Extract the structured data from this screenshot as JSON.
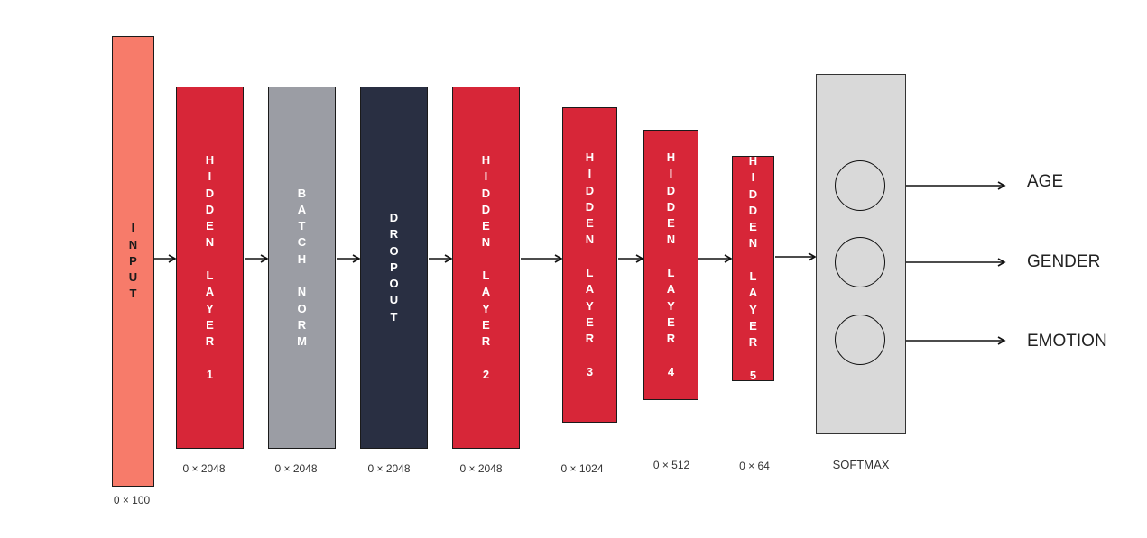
{
  "colors": {
    "input": "#f77b6a",
    "hidden": "#d72638",
    "batchnorm": "#9b9da4",
    "dropout": "#292f42",
    "softmax": "#d9d9d9"
  },
  "layers": [
    {
      "id": "input",
      "label": "INPUT",
      "dim": "0 × 100"
    },
    {
      "id": "hidden1",
      "label": "HIDDEN LAYER 1",
      "dim": "0 × 2048"
    },
    {
      "id": "batchnorm",
      "label": "BATCH NORM",
      "dim": "0 × 2048"
    },
    {
      "id": "dropout",
      "label": "DROPOUT",
      "dim": "0 × 2048"
    },
    {
      "id": "hidden2",
      "label": "HIDDEN LAYER 2",
      "dim": "0 × 2048"
    },
    {
      "id": "hidden3",
      "label": "HIDDEN LAYER 3",
      "dim": "0 × 1024"
    },
    {
      "id": "hidden4",
      "label": "HIDDEN LAYER 4",
      "dim": "0 × 512"
    },
    {
      "id": "hidden5",
      "label": "HIDDEN LAYER 5",
      "dim": "0 × 64"
    }
  ],
  "softmax": {
    "label": "SOFTMAX"
  },
  "outputs": [
    {
      "id": "age",
      "label": "AGE"
    },
    {
      "id": "gender",
      "label": "GENDER"
    },
    {
      "id": "emotion",
      "label": "EMOTION"
    }
  ]
}
